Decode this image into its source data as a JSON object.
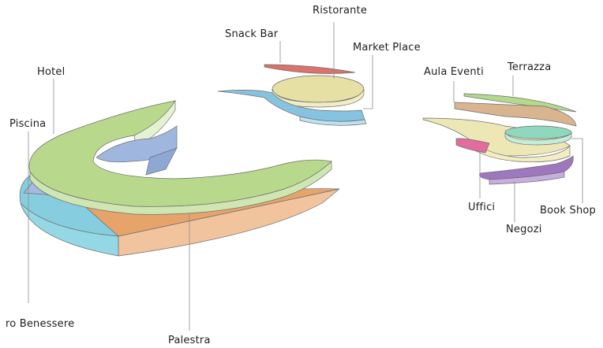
{
  "labels": {
    "ristorante": "Ristorante",
    "snack_bar": "Snack Bar",
    "market_place": "Market Place",
    "hotel": "Hotel",
    "piscina": "Piscina",
    "centro_benessere": "ro Benessere",
    "palestra": "Palestra",
    "aula_eventi": "Aula Eventi",
    "terrazza": "Terrazza",
    "uffici": "Uffici",
    "negozi": "Negozi",
    "book_shop": "Book Shop"
  },
  "colors": {
    "hotel": "#b9d98e",
    "palestra": "#e8a86f",
    "piscina": "#8fd3e0",
    "benessere_blue": "#9fb4dc",
    "ristorante": "#d9736b",
    "yellow": "#e6e2a6",
    "market_blue": "#86c3e0",
    "terrazza": "#b4d88c",
    "aula": "#d8b58e",
    "book_teal": "#8fd8bd",
    "uffici": "#e06d9b",
    "negozi": "#9f77bf",
    "leader_line": "#8c8c8c"
  }
}
